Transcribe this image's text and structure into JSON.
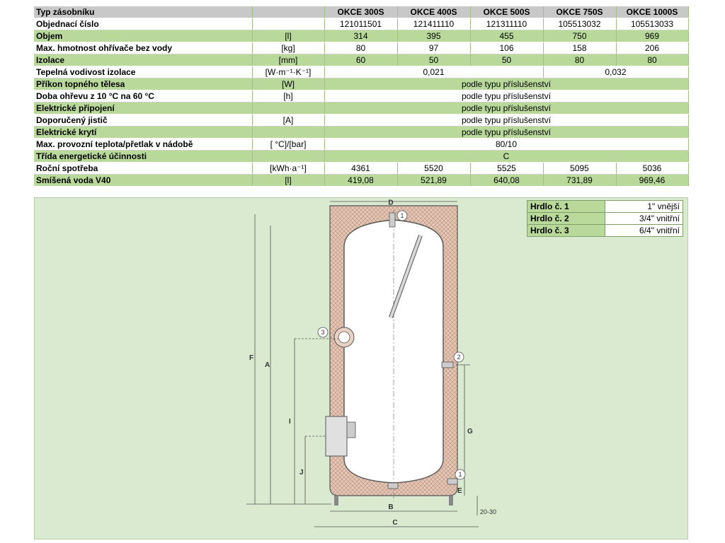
{
  "spec_table": {
    "header": {
      "label": "Typ zásobníku",
      "unit": "",
      "cols": [
        "OKCE 300S",
        "OKCE 400S",
        "OKCE 500S",
        "OKCE 750S",
        "OKCE 1000S"
      ]
    },
    "rows": [
      {
        "label": "Objednací číslo",
        "unit": "",
        "style": "plain",
        "cells": [
          {
            "text": "121011501",
            "span": 1
          },
          {
            "text": "121411110",
            "span": 1
          },
          {
            "text": "121311110",
            "span": 1
          },
          {
            "text": "105513032",
            "span": 1
          },
          {
            "text": "105513033",
            "span": 1
          }
        ]
      },
      {
        "label": "Objem",
        "unit": "[l]",
        "style": "alt",
        "cells": [
          {
            "text": "314",
            "span": 1
          },
          {
            "text": "395",
            "span": 1
          },
          {
            "text": "455",
            "span": 1
          },
          {
            "text": "750",
            "span": 1
          },
          {
            "text": "969",
            "span": 1
          }
        ]
      },
      {
        "label": "Max. hmotnost ohřívače bez vody",
        "unit": "[kg]",
        "style": "plain",
        "cells": [
          {
            "text": "80",
            "span": 1
          },
          {
            "text": "97",
            "span": 1
          },
          {
            "text": "106",
            "span": 1
          },
          {
            "text": "158",
            "span": 1
          },
          {
            "text": "206",
            "span": 1
          }
        ]
      },
      {
        "label": "Izolace",
        "unit": "[mm]",
        "style": "alt",
        "cells": [
          {
            "text": "60",
            "span": 1
          },
          {
            "text": "50",
            "span": 1
          },
          {
            "text": "50",
            "span": 1
          },
          {
            "text": "80",
            "span": 1
          },
          {
            "text": "80",
            "span": 1
          }
        ]
      },
      {
        "label": "Tepelná vodivost izolace",
        "unit": "[W·m⁻¹·K⁻¹]",
        "style": "plain",
        "cells": [
          {
            "text": "0,021",
            "span": 3
          },
          {
            "text": "0,032",
            "span": 2
          }
        ]
      },
      {
        "label": "Příkon topného tělesa",
        "unit": "[W]",
        "style": "alt",
        "cells": [
          {
            "text": "podle typu příslušenství",
            "span": 5
          }
        ]
      },
      {
        "label": "Doba ohřevu z 10 °C na 60 °C",
        "unit": "[h]",
        "style": "plain",
        "cells": [
          {
            "text": "podle typu příslušenství",
            "span": 5
          }
        ]
      },
      {
        "label": "Elektrické připojení",
        "unit": "",
        "style": "alt",
        "cells": [
          {
            "text": "podle typu příslušenství",
            "span": 5
          }
        ]
      },
      {
        "label": "Doporučený jistič",
        "unit": "[A]",
        "style": "plain",
        "cells": [
          {
            "text": "podle typu příslušenství",
            "span": 5
          }
        ]
      },
      {
        "label": "Elektrické krytí",
        "unit": "",
        "style": "alt",
        "cells": [
          {
            "text": "podle typu příslušenství",
            "span": 5
          }
        ]
      },
      {
        "label": "Max. provozní teplota/přetlak v nádobě",
        "unit": "[ °C]/[bar]",
        "style": "plain",
        "cells": [
          {
            "text": "80/10",
            "span": 5
          }
        ]
      },
      {
        "label": "Třída energetické účinnosti",
        "unit": "",
        "style": "alt",
        "cells": [
          {
            "text": "C",
            "span": 5
          }
        ]
      },
      {
        "label": "Roční spotřeba",
        "unit": "[kWh·a⁻¹]",
        "style": "plain",
        "cells": [
          {
            "text": "4361",
            "span": 1
          },
          {
            "text": "5520",
            "span": 1
          },
          {
            "text": "5525",
            "span": 1
          },
          {
            "text": "5095",
            "span": 1
          },
          {
            "text": "5036",
            "span": 1
          }
        ]
      },
      {
        "label": "Smíšená voda V40",
        "unit": "[l]",
        "style": "alt",
        "cells": [
          {
            "text": "419,08",
            "span": 1
          },
          {
            "text": "521,89",
            "span": 1
          },
          {
            "text": "640,08",
            "span": 1
          },
          {
            "text": "731,89",
            "span": 1
          },
          {
            "text": "969,46",
            "span": 1
          }
        ]
      }
    ]
  },
  "hrdla": [
    {
      "label": "Hrdlo č. 1",
      "value": "1\" vnější"
    },
    {
      "label": "Hrdlo č. 2",
      "value": "3/4\" vnitřní"
    },
    {
      "label": "Hrdlo č. 3",
      "value": "6/4\" vnitřní"
    }
  ],
  "diagram": {
    "dims": {
      "D": "D",
      "A": "A",
      "F": "F",
      "I": "I",
      "J": "J",
      "G": "G",
      "E": "E",
      "B": "B",
      "C": "C",
      "gap": "20-30"
    },
    "callouts": {
      "c1": "1",
      "c2": "2",
      "c3": "3"
    },
    "colors": {
      "panel": "#d9ead0",
      "insulation": "#e5c6b4",
      "tank_fill": "#ffffff",
      "line": "#555555"
    }
  }
}
